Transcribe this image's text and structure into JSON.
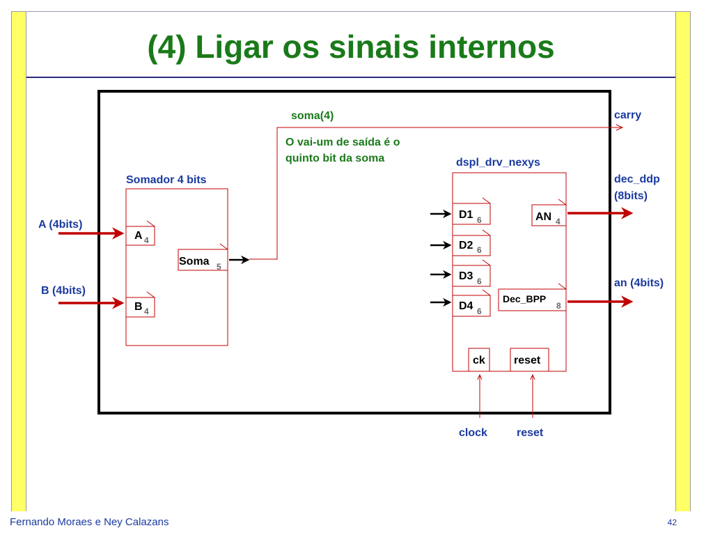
{
  "slide": {
    "title": "(4) Ligar os sinais internos",
    "footer": "Fernando Moraes e Ney Calazans",
    "page_number": "42"
  },
  "diagram": {
    "soma_signal": "soma(4)",
    "note_line1": "O vai-um de saída é o",
    "note_line2": "quinto bit da soma",
    "adder": {
      "title": "Somador 4 bits",
      "port_a": "A",
      "port_a_width": "4",
      "port_b": "B",
      "port_b_width": "4",
      "port_soma": "Soma",
      "port_soma_width": "5"
    },
    "driver": {
      "title": "dspl_drv_nexys",
      "d1": "D1",
      "d1_width": "6",
      "d2": "D2",
      "d2_width": "6",
      "d3": "D3",
      "d3_width": "6",
      "d4": "D4",
      "d4_width": "6",
      "an": "AN",
      "an_width": "4",
      "dec_bpp": "Dec_BPP",
      "dec_bpp_width": "8",
      "ck": "ck",
      "reset": "reset"
    },
    "inputs": {
      "a": "A (4bits)",
      "b": "B (4bits)",
      "clock": "clock",
      "reset": "reset"
    },
    "outputs": {
      "carry": "carry",
      "dec_ddp_line1": "dec_ddp",
      "dec_ddp_line2": "(8bits)",
      "an": "an (4bits)"
    }
  }
}
